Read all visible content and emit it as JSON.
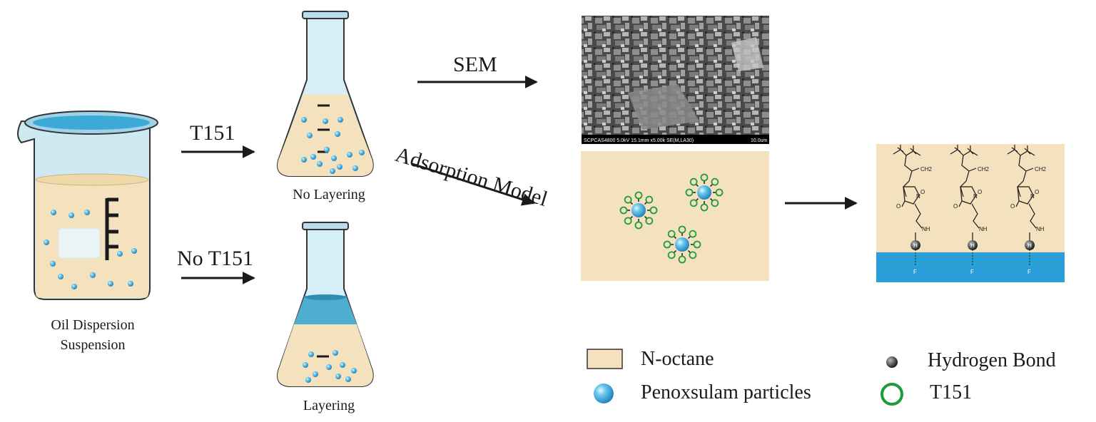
{
  "labels": {
    "beaker": "Oil Dispersion",
    "beaker_line2": "Suspension",
    "arrow_top": "T151",
    "arrow_bottom": "No T151",
    "flask_top": "No Layering",
    "flask_bottom": "Layering",
    "sem": "SEM",
    "adsorption": "Adsorption Model",
    "sem_caption": "SCPCAS4800 5.0kV 15.1mm x5.00k SE(M,LA30)",
    "sem_scale": "10.0um"
  },
  "molecule": {
    "ch2": "CH2",
    "n": "N",
    "o": "O",
    "nh": "NH",
    "h": "H",
    "f": "F"
  },
  "legend": {
    "n_octane": "N-octane",
    "penoxsulam": "Penoxsulam particles",
    "hydrogen_bond": "Hydrogen Bond",
    "t151": "T151"
  },
  "colors": {
    "liquid": "#f3e2bd",
    "particle": "#3aaae0",
    "t151_ring": "#1e9b3a",
    "surface": "#2a9fd8",
    "glass": "#d6eef6",
    "dark_liquid": "#1a1a1a"
  }
}
